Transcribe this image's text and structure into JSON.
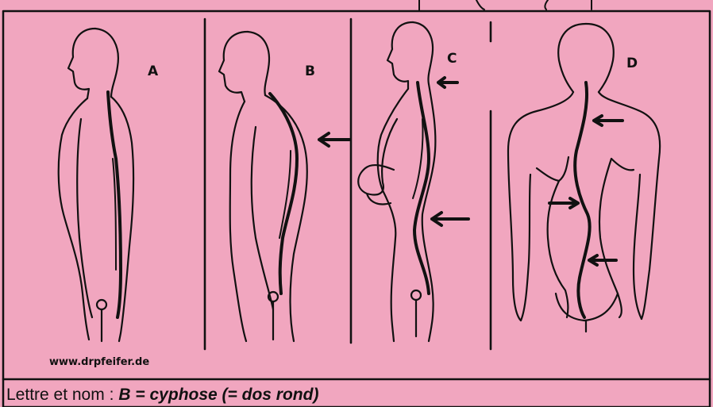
{
  "panels": [
    {
      "letter": "A"
    },
    {
      "letter": "B"
    },
    {
      "letter": "C"
    },
    {
      "letter": "D"
    }
  ],
  "watermark": "www.drpfeifer.de",
  "answer": {
    "label": "Lettre et nom :",
    "value": "B = cyphose (= dos rond)"
  },
  "colors": {
    "background": "#f1a6bf",
    "ink": "#111111"
  }
}
